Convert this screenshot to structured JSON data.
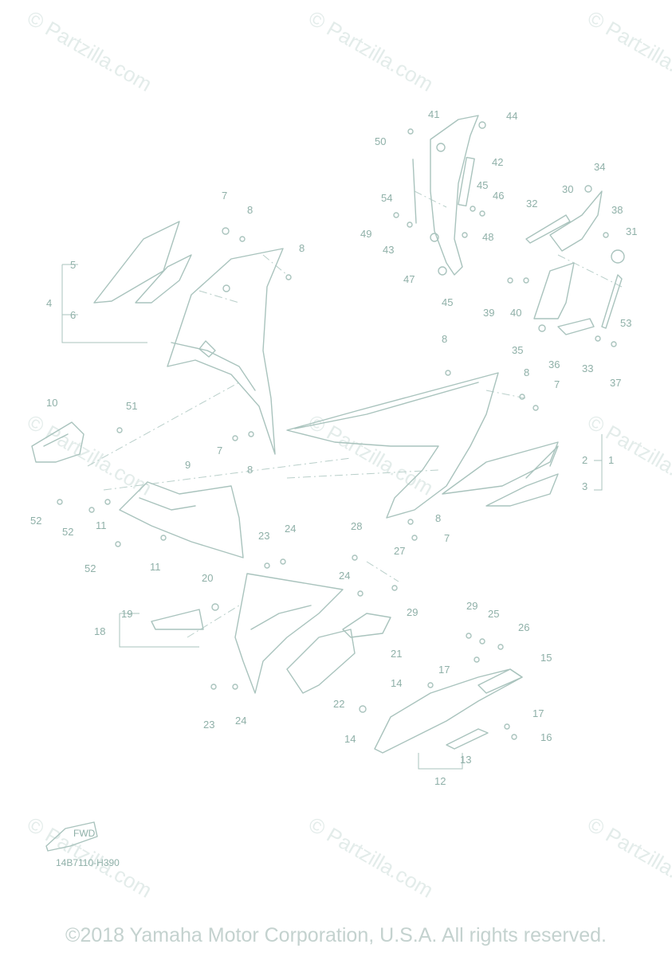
{
  "watermark_text": "© Partzilla.com",
  "diagram_code": "14B7110-H390",
  "fwd_label": "FWD",
  "copyright": "©2018 Yamaha Motor Corporation, U.S.A. All rights reserved.",
  "callouts": [
    "1",
    "2",
    "3",
    "4",
    "5",
    "6",
    "7",
    "7",
    "7",
    "7",
    "8",
    "8",
    "8",
    "8",
    "8",
    "8",
    "9",
    "10",
    "11",
    "11",
    "12",
    "13",
    "14",
    "14",
    "15",
    "16",
    "17",
    "17",
    "18",
    "19",
    "20",
    "21",
    "22",
    "23",
    "23",
    "24",
    "24",
    "24",
    "25",
    "26",
    "27",
    "28",
    "29",
    "29",
    "30",
    "31",
    "32",
    "33",
    "34",
    "35",
    "36",
    "37",
    "38",
    "39",
    "40",
    "41",
    "42",
    "43",
    "44",
    "45",
    "45",
    "46",
    "47",
    "48",
    "49",
    "50",
    "51",
    "52",
    "52",
    "52",
    "53",
    "54"
  ]
}
